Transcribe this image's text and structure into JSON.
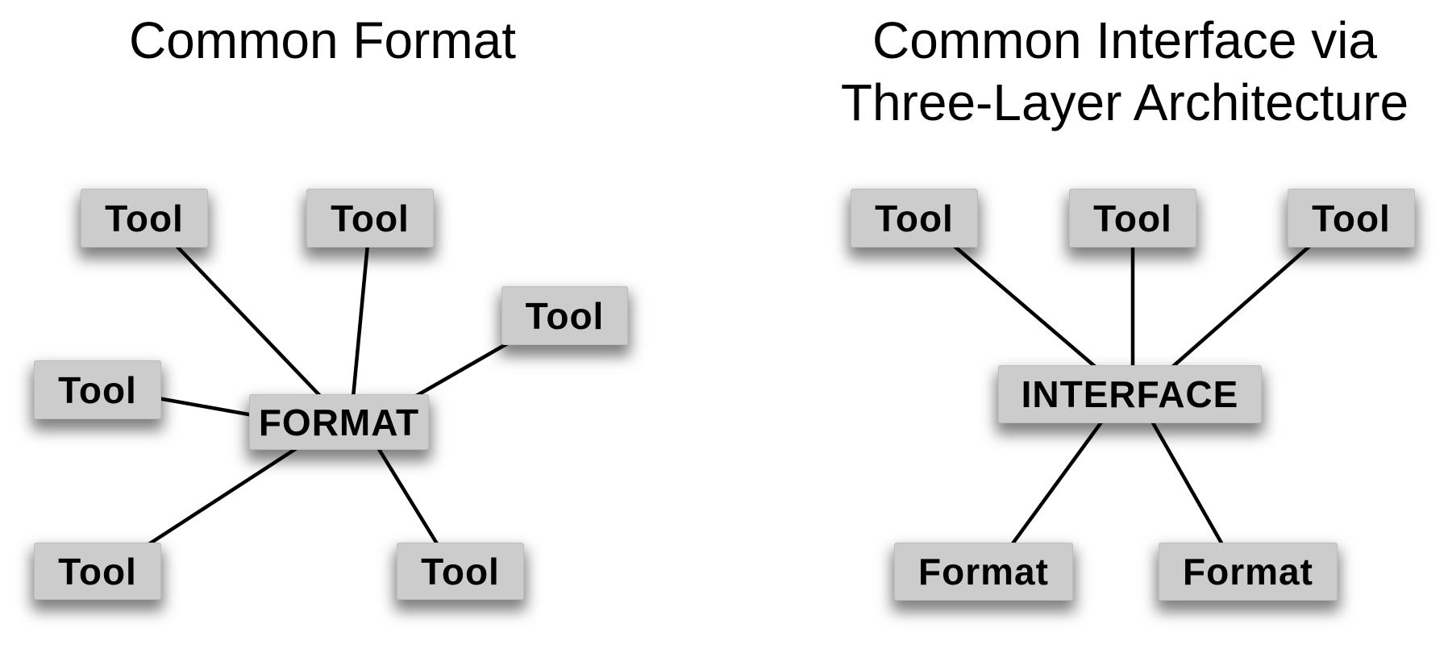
{
  "colors": {
    "box_fill": "#cccccc",
    "box_border": "#bdbdbd",
    "connector": "#000000",
    "text": "#000000",
    "background": "#ffffff"
  },
  "left_diagram": {
    "title": "Common Format",
    "center": "FORMAT",
    "tools": [
      "Tool",
      "Tool",
      "Tool",
      "Tool",
      "Tool",
      "Tool"
    ]
  },
  "right_diagram": {
    "title_line1": "Common Interface via",
    "title_line2": "Three-Layer Architecture",
    "center": "INTERFACE",
    "tools": [
      "Tool",
      "Tool",
      "Tool"
    ],
    "formats": [
      "Format",
      "Format"
    ]
  }
}
